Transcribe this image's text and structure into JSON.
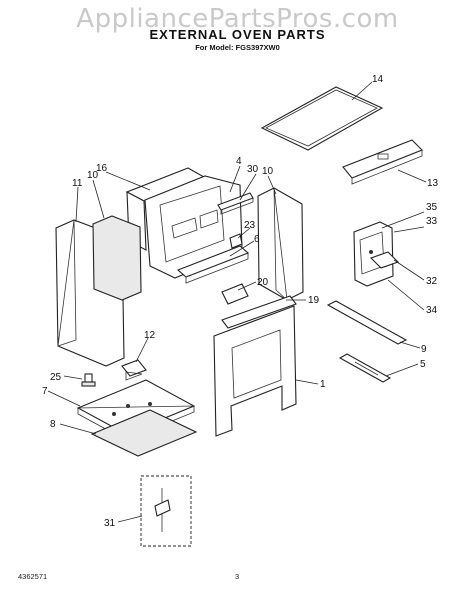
{
  "watermark": "AppliancePartsPros.com",
  "title": "EXTERNAL OVEN PARTS",
  "subtitle": "For Model: FGS397XW0",
  "footer": {
    "doc_number": "4362571",
    "page_number": "3"
  },
  "callouts": [
    "14",
    "16",
    "4",
    "30",
    "11",
    "10",
    "10",
    "13",
    "35",
    "33",
    "23",
    "6",
    "32",
    "20",
    "19",
    "34",
    "12",
    "9",
    "5",
    "25",
    "1",
    "7",
    "8",
    "31"
  ]
}
